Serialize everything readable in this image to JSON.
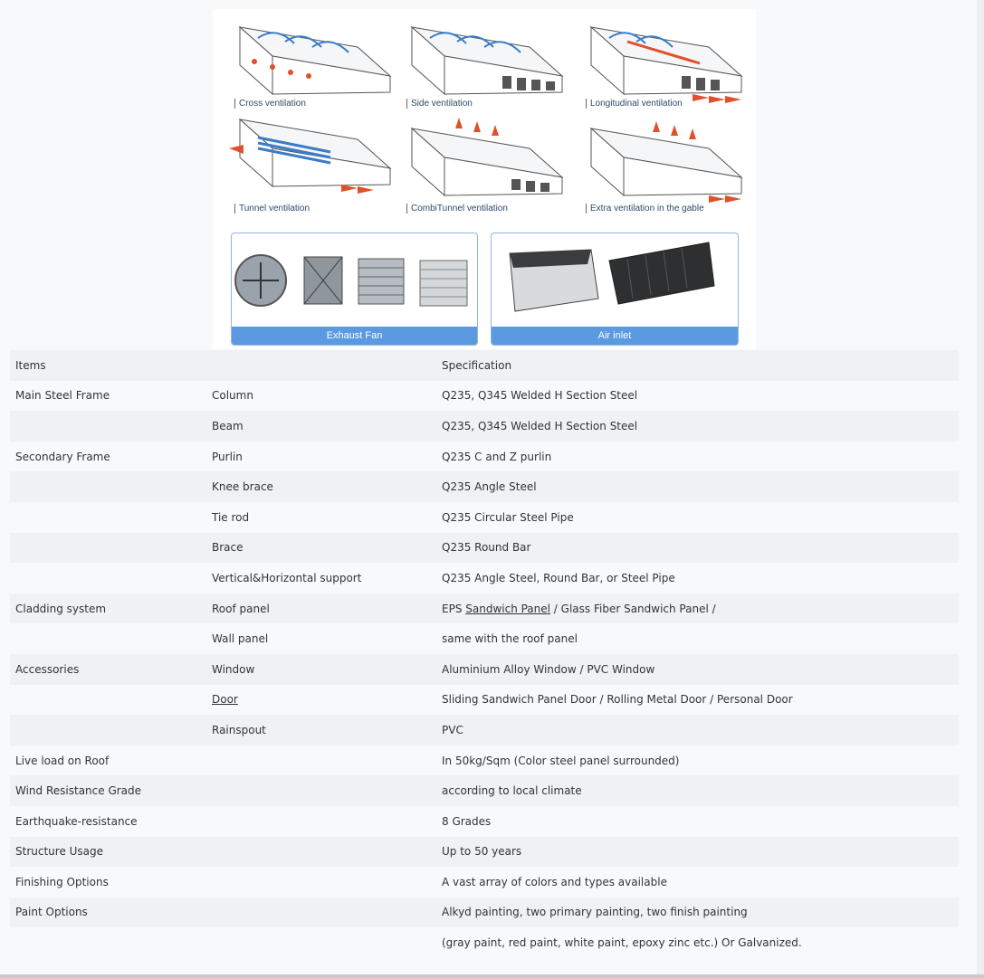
{
  "figure": {
    "ventilation_types": [
      "Cross ventilation",
      "Side ventilation",
      "Longitudinal ventilation",
      "Tunnel ventilation",
      "CombiTunnel ventilation",
      "Extra ventilation in the gable"
    ],
    "equipment": {
      "exhaust_fan": "Exhaust Fan",
      "air_inlet": "Air inlet"
    }
  },
  "table": {
    "header": {
      "items": "Items",
      "specification": "Specification"
    },
    "rows": [
      {
        "item": "Main Steel Frame",
        "sub": "Column",
        "spec": "Q235, Q345 Welded H Section Steel"
      },
      {
        "item": "",
        "sub": "Beam",
        "spec": "Q235, Q345 Welded H Section Steel"
      },
      {
        "item": "Secondary Frame",
        "sub": "Purlin",
        "spec": "Q235 C and Z purlin"
      },
      {
        "item": "",
        "sub": "Knee brace",
        "spec": "Q235 Angle Steel"
      },
      {
        "item": "",
        "sub": "Tie rod",
        "spec": "Q235 Circular Steel Pipe"
      },
      {
        "item": "",
        "sub": "Brace",
        "spec": "Q235 Round Bar"
      },
      {
        "item": "",
        "sub": "Vertical&Horizontal support",
        "spec": "Q235 Angle Steel, Round Bar, or Steel Pipe"
      },
      {
        "item": "Cladding system",
        "sub": "Roof panel",
        "spec_pre": "EPS ",
        "spec_link": "Sandwich Panel",
        "spec_post": " / Glass Fiber Sandwich Panel /"
      },
      {
        "item": "",
        "sub": "Wall panel",
        "spec": "same with the roof panel"
      },
      {
        "item": "Accessories",
        "sub": "Window",
        "spec": "Aluminium Alloy Window / PVC Window"
      },
      {
        "item": "",
        "sub": "Door",
        "spec": "Sliding Sandwich Panel Door / Rolling Metal Door / Personal Door"
      },
      {
        "item": "",
        "sub": "Rainspout",
        "spec": "PVC"
      },
      {
        "item": "Live load on Roof",
        "sub": "",
        "spec": "In 50kg/Sqm (Color steel panel surrounded)"
      },
      {
        "item": "Wind Resistance Grade",
        "sub": "",
        "spec": "according to local climate"
      },
      {
        "item": "Earthquake-resistance",
        "sub": "",
        "spec": "8 Grades"
      },
      {
        "item": "Structure Usage",
        "sub": "",
        "spec": "Up to 50 years"
      },
      {
        "item": "Finishing Options",
        "sub": "",
        "spec": "A vast array of colors and types available"
      },
      {
        "item": "Paint Options",
        "sub": "",
        "spec": "Alkyd painting, two primary painting, two finish painting"
      },
      {
        "item": "",
        "sub": "",
        "spec": "(gray paint, red paint, white paint, epoxy zinc etc.) Or Galvanized."
      }
    ]
  },
  "colors": {
    "caption_blue": "#5b9ae0",
    "row_stripe": "#eff1f3",
    "arrow_red": "#e0502a"
  }
}
